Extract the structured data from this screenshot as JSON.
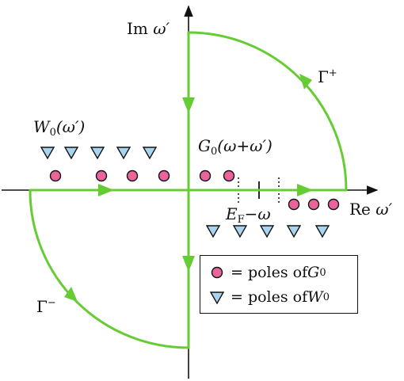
{
  "axes": {
    "im_prefix": "Im ",
    "im_var": "ω′",
    "re_prefix": "Re ",
    "re_var": "ω′"
  },
  "contours": {
    "upper_label": "Γ",
    "upper_sup": "+",
    "lower_label": "Γ",
    "lower_sup": "−"
  },
  "annotations": {
    "w0_pre": "W",
    "w0_sub": "0",
    "w0_arg": "(ω′)",
    "g0_pre": "G",
    "g0_sub": "0",
    "g0_arg": "(ω+ω′)",
    "ef_pre": "E",
    "ef_sub": "F",
    "ef_post": "−ω"
  },
  "legend": {
    "g0_text": "= poles of ",
    "g0_var": "G",
    "g0_sub": "0",
    "w0_text": "= poles of ",
    "w0_var": "W",
    "w0_sub": "0"
  },
  "colors": {
    "contour": "#66cc33",
    "circle_pole_fill": "#e8649a",
    "triangle_pole_fill": "#a8d4f0",
    "axis": "#111111"
  }
}
